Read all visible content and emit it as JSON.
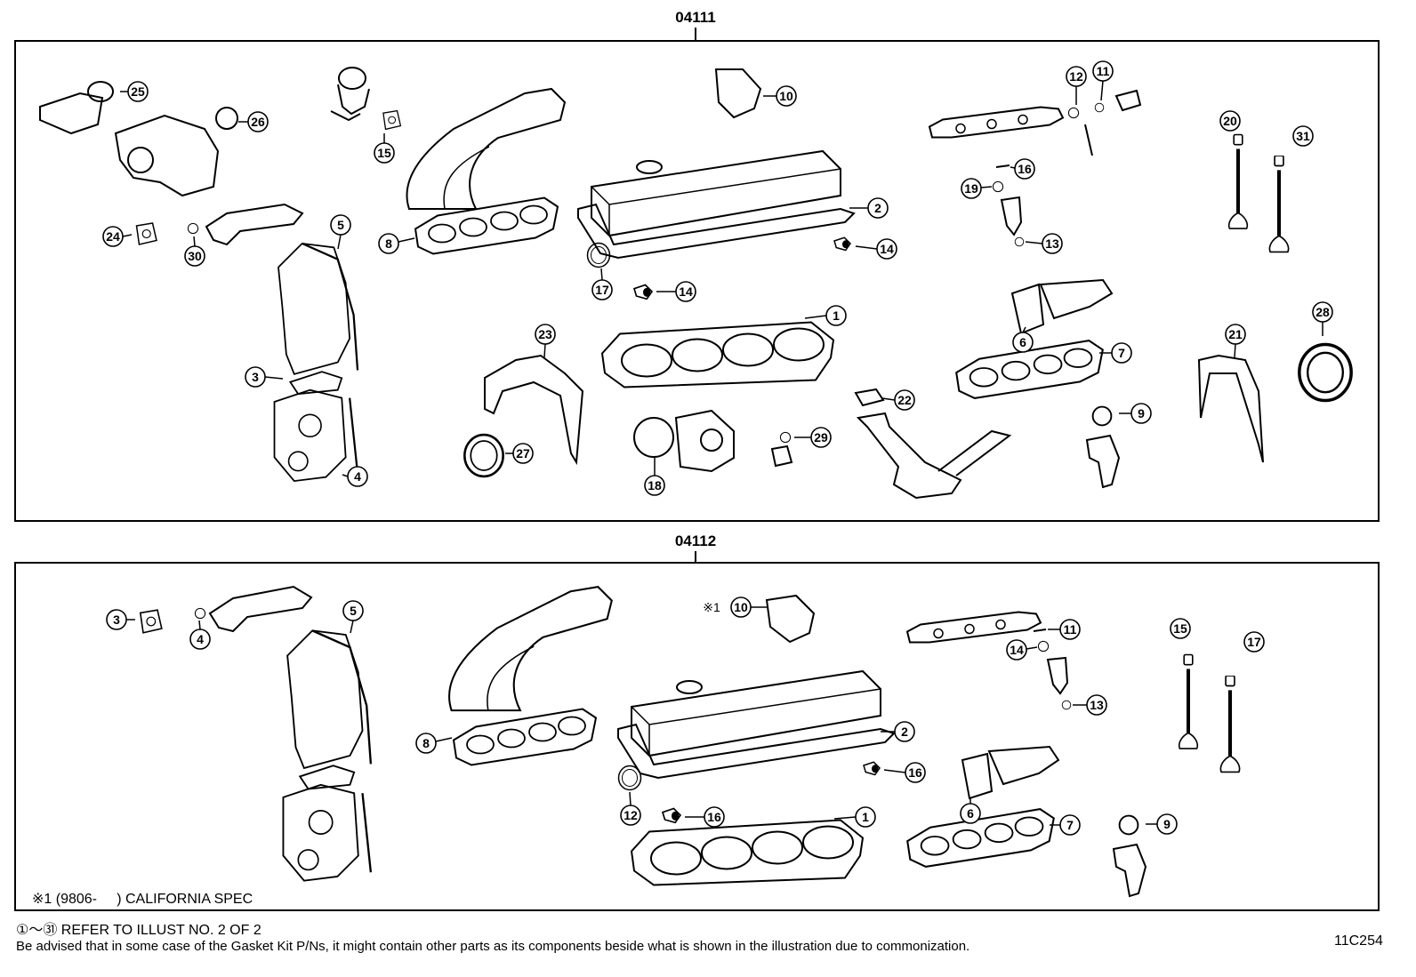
{
  "sections": [
    {
      "part_number": "04111",
      "callouts": [
        "25",
        "26",
        "15",
        "10",
        "12",
        "11",
        "20",
        "31",
        "24",
        "30",
        "5",
        "8",
        "2",
        "14",
        "16",
        "19",
        "13",
        "17",
        "14",
        "1",
        "6",
        "7",
        "21",
        "28",
        "3",
        "23",
        "22",
        "9",
        "4",
        "27",
        "18",
        "29"
      ]
    },
    {
      "part_number": "04112",
      "callouts": [
        "3",
        "4",
        "5",
        "8",
        "10",
        "11",
        "14",
        "13",
        "15",
        "17",
        "2",
        "16",
        "12",
        "16",
        "1",
        "6",
        "7",
        "9"
      ],
      "mark": "※1",
      "note": "※1 (9806-     ) CALIFORNIA SPEC"
    }
  ],
  "footer": {
    "refer_note": "①～㉛ REFER TO ILLUST NO. 2 OF 2",
    "advisory": "Be advised that in some case of the Gasket Kit P/Ns,  it might contain other parts as its components beside what is shown in the illustration due to commonization.",
    "illust_code": "11C254"
  }
}
